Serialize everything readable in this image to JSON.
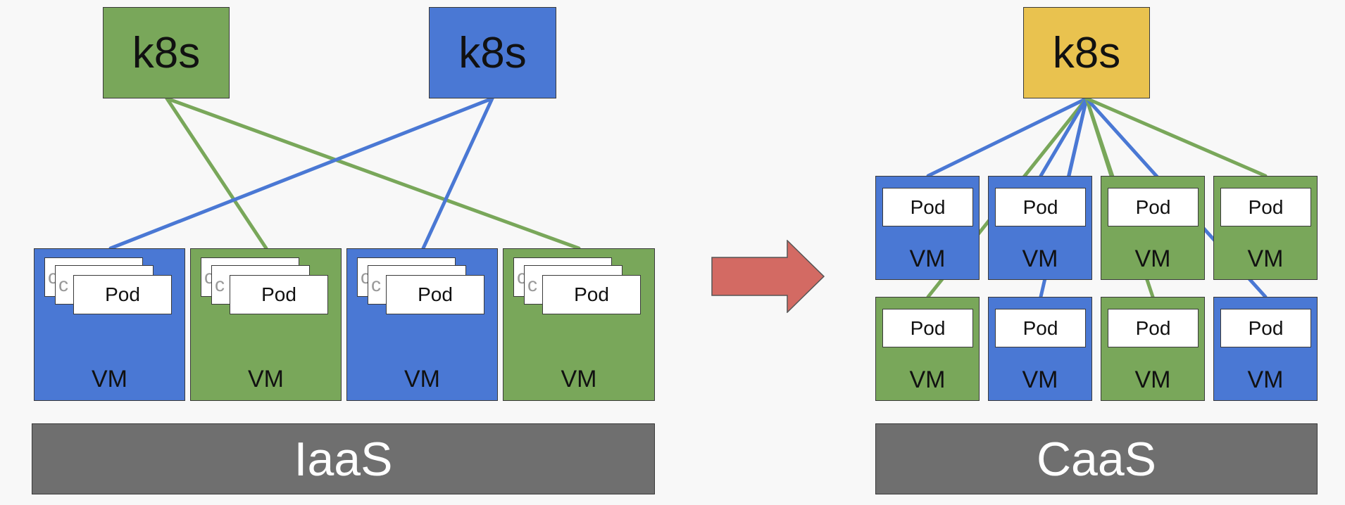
{
  "colors": {
    "green": "#79a75a",
    "blue": "#4a78d4",
    "yellow": "#e9c24f",
    "platform": "#6f6f6f",
    "arrow": "#d36a63"
  },
  "iaas": {
    "k8s_green_label": "k8s",
    "k8s_blue_label": "k8s",
    "vm_label": "VM",
    "pod_label": "Pod",
    "back_pod_label": "c",
    "platform_label": "IaaS"
  },
  "caas": {
    "k8s_label": "k8s",
    "vm_label": "VM",
    "pod_label": "Pod",
    "platform_label": "CaaS"
  }
}
